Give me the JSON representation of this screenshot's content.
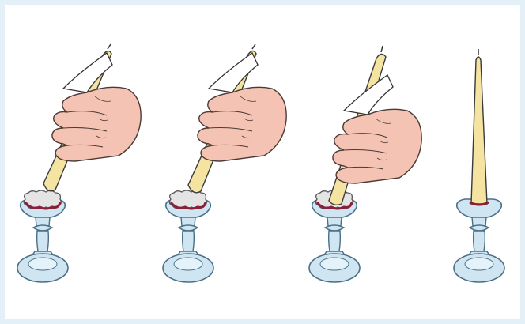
{
  "illustration": {
    "panels": [
      {
        "step": 1,
        "subject": "hand-inserting-candle",
        "candle_angle_deg": 28
      },
      {
        "step": 2,
        "subject": "hand-inserting-candle",
        "candle_angle_deg": 24
      },
      {
        "step": 3,
        "subject": "hand-pressing-candle",
        "candle_angle_deg": 12
      },
      {
        "step": 4,
        "subject": "candle-upright",
        "candle_angle_deg": 0
      }
    ],
    "colors": {
      "frame": "#e3f0f8",
      "candle": "#f4e3a1",
      "candle_outline": "#3a3a3a",
      "holder": "#cfe6f2",
      "holder_outline": "#4a6f86",
      "adapter": "#e4e4e4",
      "adapter_rim": "#8a1f3a",
      "skin": "#f5c3b3",
      "skin_outline": "#4b3a36"
    },
    "icons": [
      "hand-icon",
      "candle-icon",
      "candle-holder-icon",
      "candle-adapter-icon"
    ]
  }
}
